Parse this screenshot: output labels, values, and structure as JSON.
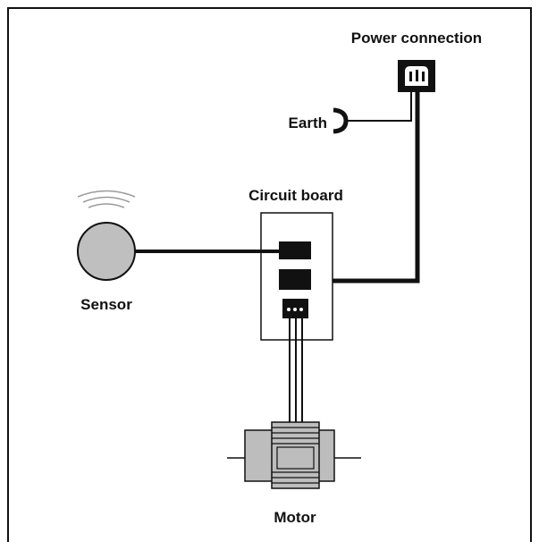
{
  "labels": {
    "power": "Power connection",
    "earth": "Earth",
    "circuit_board": "Circuit board",
    "sensor": "Sensor",
    "motor": "Motor"
  },
  "components": {
    "power_connection": {
      "icon": "power-socket-icon"
    },
    "earth": {
      "icon": "earth-clip-icon"
    },
    "sensor": {
      "icon": "sensor-disc-icon",
      "fill": "#bfbfbf"
    },
    "circuit_board": {
      "slots": 3,
      "connector_dots": 3
    },
    "motor": {
      "icon": "motor-icon",
      "fill": "#bdbdbd"
    }
  },
  "colors": {
    "stroke": "#111111",
    "component_gray": "#bdbdbd",
    "wave_gray": "#9a9a9a",
    "background": "#ffffff"
  }
}
